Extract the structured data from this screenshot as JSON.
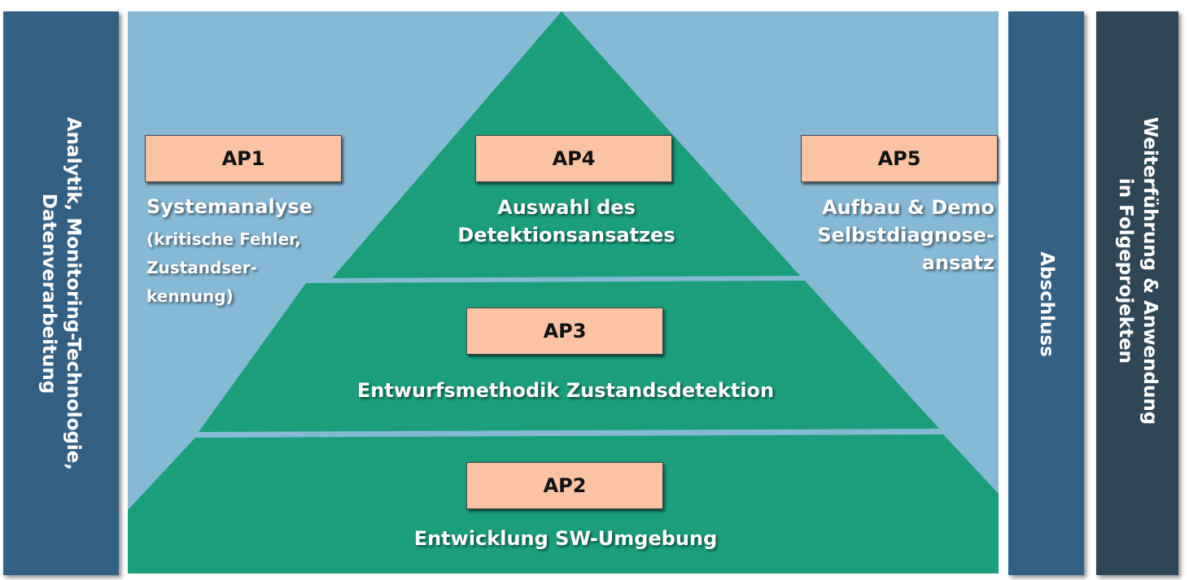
{
  "left_bar": {
    "label_lines": [
      "Analytik, Monitoring-Technologie,",
      "Datenverarbeitung"
    ]
  },
  "right_bars": {
    "abschluss": "Abschluss",
    "follow_lines": [
      "Weiterführung & Anwendung",
      "in Folgeprojekten"
    ]
  },
  "work_packages": {
    "ap1": {
      "code": "AP1",
      "title": "Systemanalyse",
      "detail_lines": [
        "(kritische Fehler,",
        "Zustandser-",
        "kennung)"
      ]
    },
    "ap2": {
      "code": "AP2",
      "title": "Entwicklung SW-Umgebung"
    },
    "ap3": {
      "code": "AP3",
      "title": "Entwurfsmethodik Zustandsdetektion"
    },
    "ap4": {
      "code": "AP4",
      "title_lines": [
        "Auswahl des",
        "Detektionsansatzes"
      ]
    },
    "ap5": {
      "code": "AP5",
      "title_lines": [
        "Aufbau & Demo",
        "Selbstdiagnose-",
        "ansatz"
      ]
    }
  },
  "colors": {
    "bar_blue": "#336186",
    "bar_dark": "#2f4657",
    "panel_bg": "#85b9d6",
    "pyramid_green": "#1a9e7b",
    "box_fill": "#fcc3a2"
  }
}
